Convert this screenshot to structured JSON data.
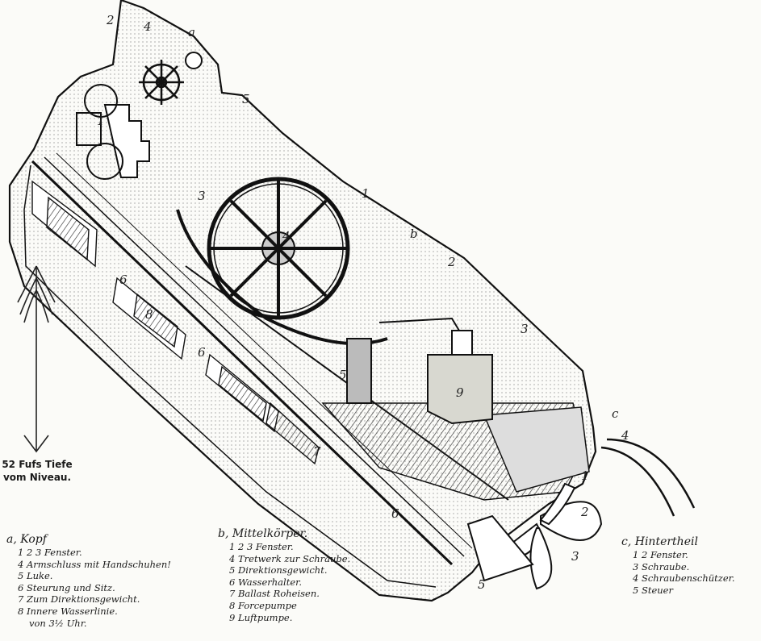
{
  "depth_note": {
    "line1": "52 Fufs Tiefe",
    "line2": "vom Niveau."
  },
  "legend": {
    "a": {
      "heading": "a, Kopf",
      "items": [
        "1 2 3 Fenster.",
        "4 Armschluss mit Handschuhen!",
        "5 Luke.",
        "6 Steurung und Sitz.",
        "7 Zum Direktionsgewicht.",
        "8 Innere Wasserlinie.",
        "von 3½ Uhr."
      ]
    },
    "b": {
      "heading": "b, Mittelkörper.",
      "items": [
        "1 2 3 Fenster.",
        "4 Tretwerk zur Schraube.",
        "5 Direktionsgewicht.",
        "6 Wasserhalter.",
        "7 Ballast Roheisen.",
        "8 Forcepumpe",
        "9 Luftpumpe."
      ]
    },
    "c": {
      "heading": "c, Hintertheil",
      "items": [
        "1 2 Fenster.",
        "3 Schraube.",
        "4 Schraubenschützer.",
        "5 Steuer"
      ]
    }
  },
  "diagram_labels": {
    "a": "a",
    "b": "b",
    "c": "c",
    "a_marks": [
      "2",
      "4",
      "5",
      "1",
      "3"
    ],
    "b_marks": [
      "1",
      "2",
      "3",
      "4",
      "5",
      "6",
      "6",
      "7",
      "8",
      "9"
    ],
    "c_marks": [
      "1",
      "2",
      "3",
      "4",
      "5",
      "6"
    ]
  }
}
